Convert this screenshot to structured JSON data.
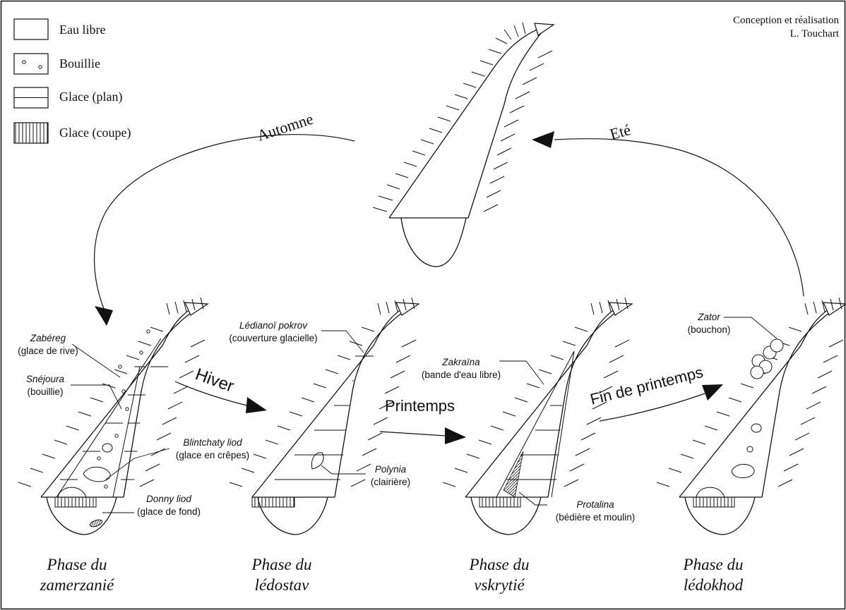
{
  "credit": {
    "line1": "Conception et réalisation",
    "line2": "L. Touchart"
  },
  "legend": [
    {
      "pattern": "open-water",
      "label": "Eau libre"
    },
    {
      "pattern": "slush-dots",
      "label": "Bouillie"
    },
    {
      "pattern": "ice-plan-horizontal",
      "label": "Glace (plan)"
    },
    {
      "pattern": "ice-section-vertical",
      "label": "Glace (coupe)"
    }
  ],
  "seasons": {
    "autumn": "Automne",
    "summer": "Eté",
    "winter": "Hiver",
    "spring": "Printemps",
    "late_spring": "Fin de printemps"
  },
  "phases": [
    {
      "line1": "Phase du",
      "line2": "zamerzanié"
    },
    {
      "line1": "Phase du",
      "line2": "lédostav"
    },
    {
      "line1": "Phase du",
      "line2": "vskrytié"
    },
    {
      "line1": "Phase du",
      "line2": "lédokhod"
    }
  ],
  "annotations": {
    "zabereg": {
      "term": "Zabéreg",
      "gloss": "(glace de rive)"
    },
    "snejoura": {
      "term": "Snéjoura",
      "gloss": "(bouillie)"
    },
    "blintchaty": {
      "term": "Blintchaty liod",
      "gloss": "(glace en crêpes)"
    },
    "donny": {
      "term": "Donny liod",
      "gloss": "(glace de fond)"
    },
    "ledianoi": {
      "term": "Lédianoï pokrov",
      "gloss": "(couverture glacielle)"
    },
    "polynia": {
      "term": "Polynia",
      "gloss": "(clairière)"
    },
    "zakraina": {
      "term": "Zakraïna",
      "gloss": "(bande d'eau libre)"
    },
    "protalina": {
      "term": "Protalina",
      "gloss": "(bédière et moulin)"
    },
    "zator": {
      "term": "Zator",
      "gloss": "(bouchon)"
    }
  }
}
